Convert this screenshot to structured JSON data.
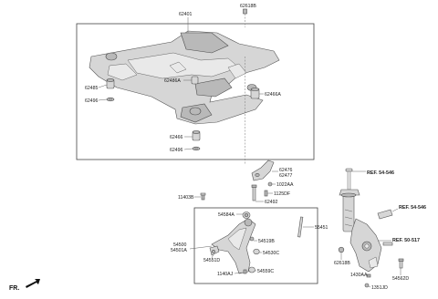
{
  "direction_label": "FR.",
  "parts": {
    "crossmember": "62401",
    "top_bolt": "62618B",
    "bushing_l1": "62485",
    "washer_l1": "62496",
    "mount_center_a": "62486A",
    "mount_right_a": "62466A",
    "bushing_l2": "62466",
    "washer_l2": "62496",
    "bracket_a": "62476",
    "bracket_b": "62477",
    "nut_1022aa": "1022AA",
    "bolt_1125df": "1125DF",
    "bolt_62492": "62492",
    "bolt_11403b": "11403B",
    "bushing_54584a": "54584A",
    "bolt_55451": "55451",
    "arm_54500": "54500",
    "arm_54501a": "54501A",
    "bolt_54519b": "54519B",
    "ball_joint_54551d": "54551D",
    "bushing_54530c": "54530C",
    "bolt_1140aj": "1140AJ",
    "bushing_54559c": "54559C",
    "bolt_62618b_lower": "62618B",
    "bolt_1430aa": "1430AA",
    "bolt_1351jd": "1351JD",
    "bolt_54562d": "54562D"
  },
  "refs": {
    "ref_top": "REF. 54-546",
    "ref_mid": "REF. 54-546",
    "ref_low": "REF. 50-517"
  }
}
